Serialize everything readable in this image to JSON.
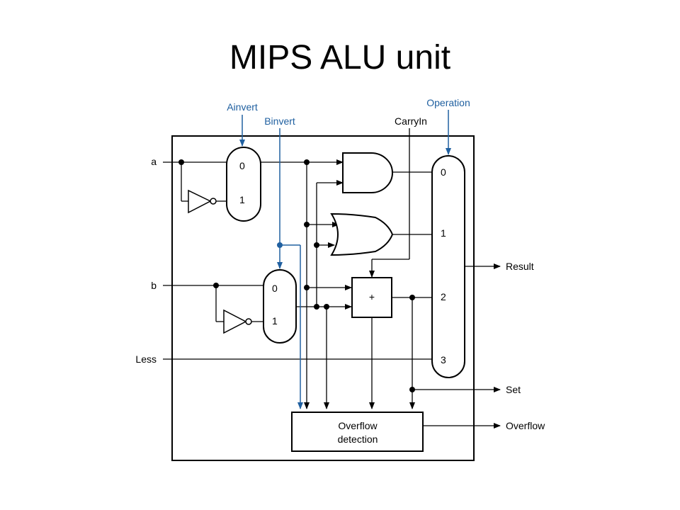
{
  "slide": {
    "title": "MIPS ALU unit"
  },
  "colors": {
    "control": "#2060a0",
    "line": "#000000"
  },
  "diagram": {
    "control_labels": {
      "ainvert": "Ainvert",
      "binvert": "Binvert",
      "carryin": "CarryIn",
      "operation": "Operation"
    },
    "inputs": {
      "a": "a",
      "b": "b",
      "less": "Less"
    },
    "outputs": {
      "result": "Result",
      "set": "Set",
      "overflow": "Overflow"
    },
    "mux_a": {
      "in0": "0",
      "in1": "1"
    },
    "mux_b": {
      "in0": "0",
      "in1": "1"
    },
    "mux_result": {
      "in0": "0",
      "in1": "1",
      "in2": "2",
      "in3": "3"
    },
    "adder": {
      "symbol": "+"
    },
    "overflow_box": {
      "line1": "Overflow",
      "line2": "detection"
    }
  }
}
